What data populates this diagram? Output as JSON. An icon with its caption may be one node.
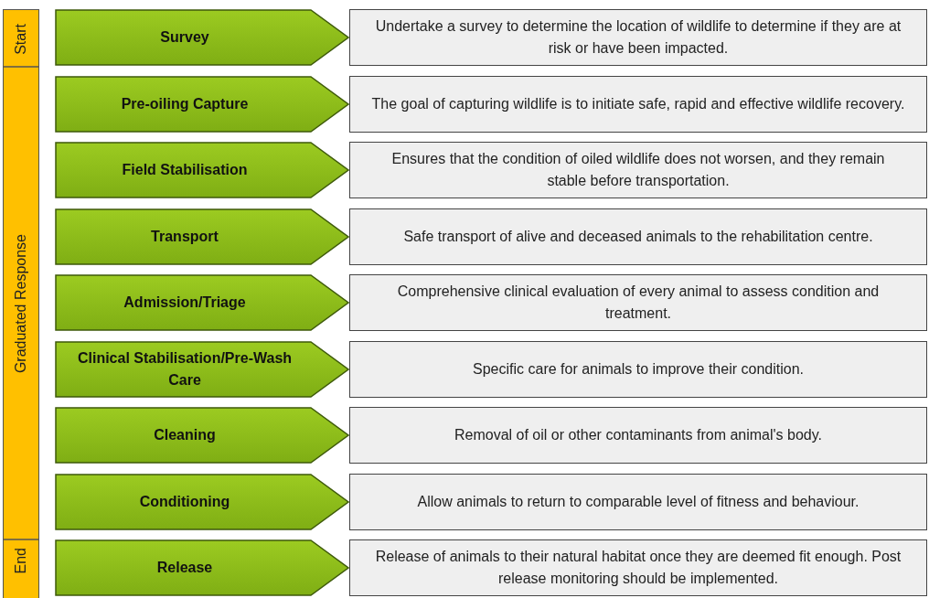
{
  "diagram": {
    "nodes": [
      {
        "text": [
          "Start",
          "Graduated Response",
          "End"
        ]
      },
      {
        "text": [
          "Survey"
        ]
      },
      {
        "text": [
          "Undertake a survey to determine the location of wildlife to determine if they are at risk or have been impacted."
        ]
      },
      {
        "text": [
          "Pre-oiling Capture"
        ]
      },
      {
        "text": [
          "The goal of capturing wildlife is to initiate safe, rapid and effective wildlife recovery."
        ]
      },
      {
        "text": [
          "Field Stabilisation"
        ]
      },
      {
        "text": [
          "Ensures that the condition of oiled wildlife does not worsen, and they remain stable before transportation."
        ]
      },
      {
        "text": [
          "Transport"
        ]
      },
      {
        "text": [
          "Safe transport of alive and deceased animals to the rehabilitation centre."
        ]
      },
      {
        "text": [
          "Admission/Triage"
        ]
      },
      {
        "text": [
          "Comprehensive clinical evaluation of every animal to assess condition and treatment."
        ]
      },
      {
        "text": [
          "Clinical Stabilisation/Pre-Wash Care"
        ]
      },
      {
        "text": [
          "Specific care for animals to improve their condition."
        ]
      },
      {
        "text": [
          "Cleaning"
        ]
      },
      {
        "text": [
          "Removal of oil or other contaminants from animal's body."
        ]
      },
      {
        "text": [
          "Conditioning"
        ]
      },
      {
        "text": [
          "Allow animals to return to comparable level of fitness and behaviour."
        ]
      },
      {
        "text": [
          "Release"
        ]
      },
      {
        "text": [
          "Release of animals to their natural habitat once they are deemed fit enough. Post release monitoring should be implemented."
        ]
      }
    ]
  }
}
